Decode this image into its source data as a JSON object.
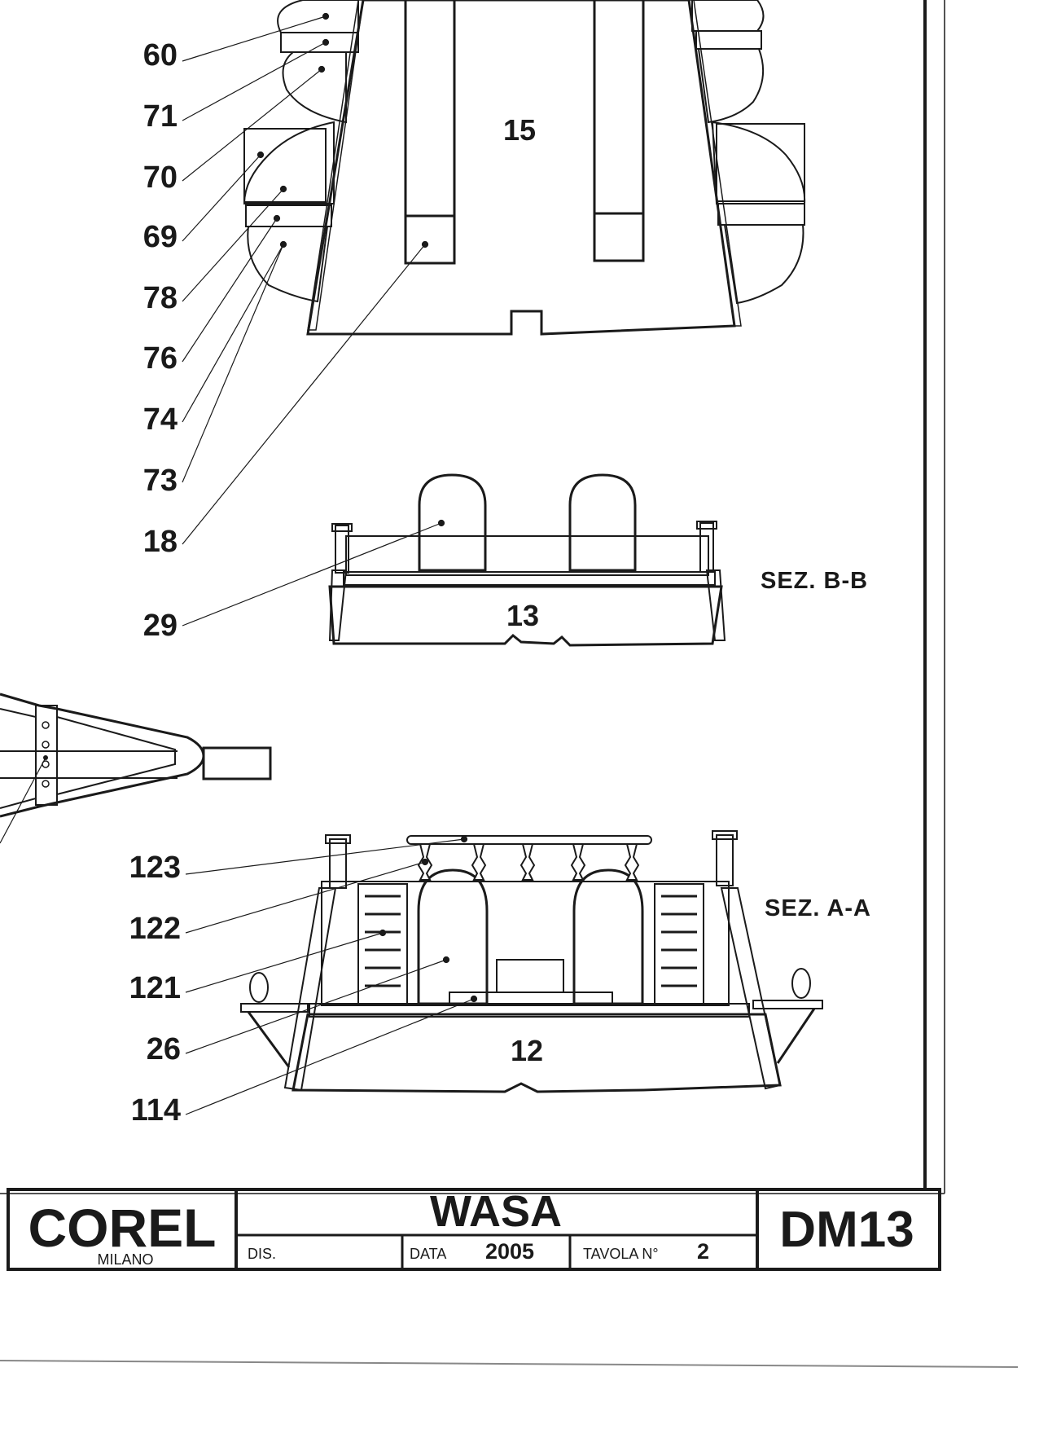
{
  "callouts_top": [
    "60",
    "71",
    "70",
    "69",
    "78",
    "76",
    "74",
    "73",
    "18",
    "29"
  ],
  "callouts_bottom": [
    "123",
    "122",
    "121",
    "26",
    "114"
  ],
  "part_numbers": {
    "top_view": "15",
    "section_b": "13",
    "section_a": "12"
  },
  "section_labels": {
    "b": "SEZ. B-B",
    "a": "SEZ. A-A"
  },
  "title_block": {
    "company": "COREL",
    "city": "MILANO",
    "model": "WASA",
    "dis_label": "DIS.",
    "data_label": "DATA",
    "year": "2005",
    "tavola_label": "TAVOLA N°",
    "sheet_number": "2",
    "drawing_code": "DM13"
  }
}
